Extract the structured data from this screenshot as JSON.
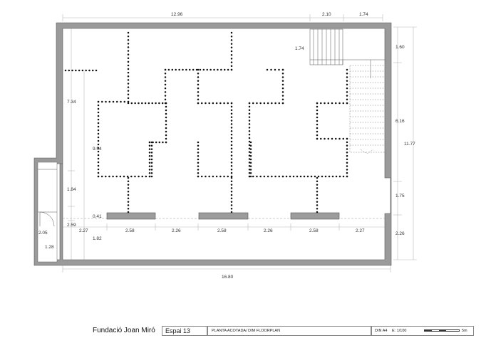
{
  "institution": "Fundació Joan Miró",
  "space": "Espai 13",
  "drawing_title": "PLANTA ACOTADA/ DIM FLOORPLAN",
  "paper": "DIN A4",
  "scale": "E: 1/100",
  "scale_bar_label": "5m",
  "dimensions": {
    "top_total": "12.96",
    "top_stair_a": "2.10",
    "top_stair_b": "1.74",
    "left_upper": "7.34",
    "left_inner": "9.54",
    "left_mid": "1.84",
    "left_small": "0.41",
    "left_door": "2.59",
    "left_low": "1.82",
    "entry_width": "2.05",
    "entry_depth": "1.28",
    "stair_inner": "1.74",
    "right_top": "1.60",
    "right_mid": "6.16",
    "right_total": "11.77",
    "right_low": "1.75",
    "right_bottom": "2.26",
    "bottom_total": "16.80",
    "row_a": "2.27",
    "row_b": "2.58",
    "row_c": "2.26",
    "row_d": "2.58",
    "row_e": "2.26",
    "row_f": "2.58",
    "row_g": "2.27"
  }
}
